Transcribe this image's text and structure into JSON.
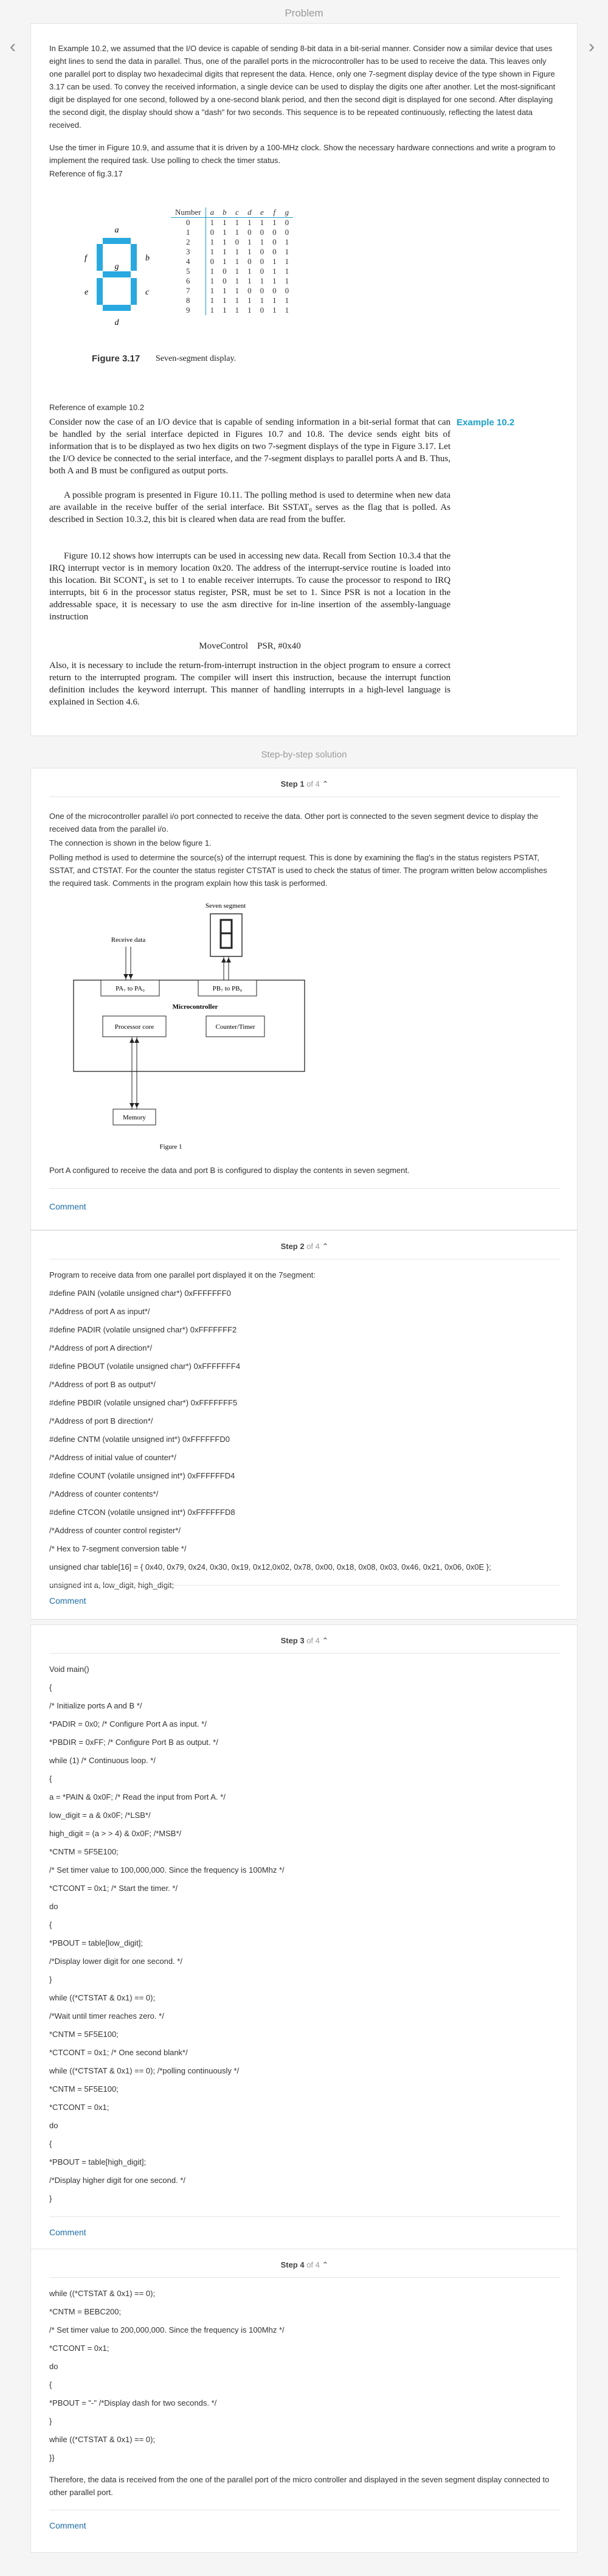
{
  "header": {
    "title": "Problem"
  },
  "problem": {
    "para1": "In Example 10.2, we assumed that the I/O device is capable of sending 8-bit data in a bit-serial manner. Consider now a similar device that uses eight lines to send the data in parallel. Thus, one of the parallel ports in the microcontroller has to be used to receive the data. This leaves only one parallel port to display two hexadecimal digits that represent the data. Hence, only one 7-segment display device of the type shown in Figure 3.17 can be used. To convey the received information, a single device can be used to display the digits one after another. Let the most-significant digit be displayed for one second, followed by a one-second blank period, and then the second digit is displayed for one second. After displaying the second digit, the display should show a \"dash\" for two seconds. This sequence is to be repeated continuously, reflecting the latest data received.",
    "para2": "Use the timer in Figure 10.9, and assume that it is driven by a 100-MHz clock. Show the necessary hardware connections and write a program to implement the required task. Use polling to check the timer status.",
    "ref1": "Reference of fig.3.17",
    "figure_table": {
      "headers": [
        "Number",
        "a",
        "b",
        "c",
        "d",
        "e",
        "f",
        "g"
      ],
      "rows": [
        [
          "0",
          "1",
          "1",
          "1",
          "1",
          "1",
          "1",
          "0"
        ],
        [
          "1",
          "0",
          "1",
          "1",
          "0",
          "0",
          "0",
          "0"
        ],
        [
          "2",
          "1",
          "1",
          "0",
          "1",
          "1",
          "0",
          "1"
        ],
        [
          "3",
          "1",
          "1",
          "1",
          "1",
          "0",
          "0",
          "1"
        ],
        [
          "4",
          "0",
          "1",
          "1",
          "0",
          "0",
          "1",
          "1"
        ],
        [
          "5",
          "1",
          "0",
          "1",
          "1",
          "0",
          "1",
          "1"
        ],
        [
          "6",
          "1",
          "0",
          "1",
          "1",
          "1",
          "1",
          "1"
        ],
        [
          "7",
          "1",
          "1",
          "1",
          "0",
          "0",
          "0",
          "0"
        ],
        [
          "8",
          "1",
          "1",
          "1",
          "1",
          "1",
          "1",
          "1"
        ],
        [
          "9",
          "1",
          "1",
          "1",
          "1",
          "0",
          "1",
          "1"
        ]
      ],
      "seg_labels": {
        "a": "a",
        "b": "b",
        "c": "c",
        "d": "d",
        "e": "e",
        "f": "f",
        "g": "g"
      }
    },
    "figure_caption_label": "Figure 3.17",
    "figure_caption_text": "Seven-segment display.",
    "ref2": "Reference of example 10.2",
    "example_label": "Example 10.2",
    "ex_para1": "Consider now the case of an I/O device that is capable of sending information in a bit-serial format that can be handled by the serial interface depicted in Figures 10.7 and 10.8. The device sends eight bits of information that is to be displayed as two hex digits on two 7-segment displays of the type in Figure 3.17. Let the I/O device be connected to the serial interface, and the 7-segment displays to parallel ports A and B. Thus, both A and B must be configured as output ports.",
    "ex_para2": "A possible program is presented in Figure 10.11. The polling method is used to determine when new data are available in the receive buffer of the serial interface. Bit SSTAT₀ serves as the flag that is polled. As described in Section 10.3.2, this bit is cleared when data are read from the buffer.",
    "ex_para3": "Figure 10.12 shows how interrupts can be used in accessing new data. Recall from Section 10.3.4 that the IRQ interrupt vector is in memory location 0x20. The address of the interrupt-service routine is loaded into this location. Bit SCONT₄ is set to 1 to enable receiver interrupts. To cause the processor to respond to IRQ interrupts, bit 6 in the processor status register, PSR, must be set to 1. Since PSR is not a location in the addressable space, it is necessary to use the asm directive for in-line insertion of the assembly-language instruction",
    "ex_code": "MoveControl    PSR, #0x40",
    "ex_para4": "Also, it is necessary to include the return-from-interrupt instruction in the object program to ensure a correct return to the interrupted program. The compiler will insert this instruction, because the interrupt function definition includes the keyword interrupt. This manner of handling interrupts in a high-level language is explained in Section 4.6."
  },
  "solution": {
    "title": "Step-by-step solution"
  },
  "steps": [
    {
      "num": "Step 1",
      "of": "of 4",
      "paras": [
        "One of the microcontroller parallel i/o port connected to receive the data. Other port is connected to the seven segment device to display the received data from the parallel i/o.",
        "The connection is shown in the below figure 1.",
        "Polling method is used to determine the source(s) of the interrupt request. This is done by examining the flag's in the status registers PSTAT, SSTAT, and CTSTAT. For the counter the status register CTSTAT is used to check the status of timer. The program written below accomplishes the required task. Comments in the program explain how this task is performed."
      ],
      "diagram": {
        "seven_segment": "Seven segment",
        "receive_data": "Receive data",
        "port_a": "PA₇ to PA₀",
        "port_b": "PB₇ to PB₀",
        "microcontroller": "Microcontroller",
        "processor_core": "Processor core",
        "counter_timer": "Counter/Timer",
        "memory": "Memory",
        "caption": "Figure 1"
      },
      "after": "Port A configured to receive the data and port B is configured to display the contents in seven segment.",
      "comment": "Comment"
    },
    {
      "num": "Step 2",
      "of": "of 4",
      "lines": [
        "Program to receive data from one parallel port displayed it on the 7segment:",
        "#define PAIN (volatile unsigned char*) 0xFFFFFFF0",
        "/*Address of port A as input*/",
        "#define PADIR (volatile unsigned char*) 0xFFFFFFF2",
        "/*Address of port A direction*/",
        "#define PBOUT (volatile unsigned char*) 0xFFFFFFF4",
        "/*Address of port B as output*/",
        "#define PBDIR (volatile unsigned char*) 0xFFFFFFF5",
        "/*Address of port B direction*/",
        "#define CNTM (volatile unsigned int*) 0xFFFFFFD0",
        "/*Address of initial value of counter*/",
        "#define COUNT (volatile unsigned int*) 0xFFFFFFD4",
        "/*Address of counter contents*/",
        "#define CTCON (volatile unsigned int*) 0xFFFFFFD8",
        "/*Address of counter control register*/",
        "/* Hex to 7-segment conversion table */",
        "unsigned char table[16] = { 0x40, 0x79, 0x24, 0x30, 0x19, 0x12,0x02, 0x78, 0x00, 0x18, 0x08, 0x03, 0x46, 0x21, 0x06, 0x0E };",
        "unsigned int a, low_digit, high_digit;"
      ],
      "comment": "Comment"
    },
    {
      "num": "Step 3",
      "of": "of 4",
      "lines": [
        "Void main()",
        "{",
        "/* Initialize ports A and B */",
        "*PADIR = 0x0; /* Configure Port A as input. */",
        "*PBDIR = 0xFF; /* Configure Port B as output. */",
        "while (1) /* Continuous loop. */",
        "{",
        "a = *PAIN & 0x0F; /* Read the input from Port A. */",
        "low_digit = a & 0x0F; /*LSB*/",
        "high_digit = (a > > 4) & 0x0F; /*MSB*/",
        "*CNTM = 5F5E100;",
        "/* Set timer value to 100,000,000. Since the frequency is 100Mhz */",
        "*CTCONT = 0x1; /* Start the timer. */",
        "do",
        "{",
        "*PBOUT = table[low_digit];",
        "/*Display lower digit for one second. */",
        "}",
        "while ((*CTSTAT & 0x1) == 0);",
        "/*Wait until timer reaches zero. */",
        "*CNTM = 5F5E100;",
        "*CTCONT = 0x1; /* One second blank*/",
        "while ((*CTSTAT & 0x1) == 0); /*polling continuously */",
        "*CNTM = 5F5E100;",
        "*CTCONT = 0x1;",
        "do",
        "{",
        "*PBOUT = table[high_digit];",
        "/*Display higher digit for one second. */",
        "}"
      ],
      "comment": "Comment"
    },
    {
      "num": "Step 4",
      "of": "of 4",
      "lines": [
        "while ((*CTSTAT & 0x1) == 0);",
        "*CNTM = BEBC200;",
        "/* Set timer value to 200,000,000. Since the frequency is 100Mhz */",
        "*CTCONT = 0x1;",
        "do",
        "{",
        "*PBOUT = \"-\" /*Display dash for two seconds. */",
        "}",
        "while ((*CTSTAT & 0x1) == 0);",
        "}}"
      ],
      "after": "Therefore, the data is received from the one of the parallel port of the micro controller and displayed in the seven segment display connected to other parallel port.",
      "comment": "Comment"
    }
  ],
  "icons": {
    "prev": "chevron-left-icon",
    "next": "chevron-right-icon",
    "collapse": "chevron-up-icon"
  },
  "colors": {
    "accent": "#1aa0c8",
    "link": "#1f6fa8",
    "segment": "#29a9e0"
  }
}
